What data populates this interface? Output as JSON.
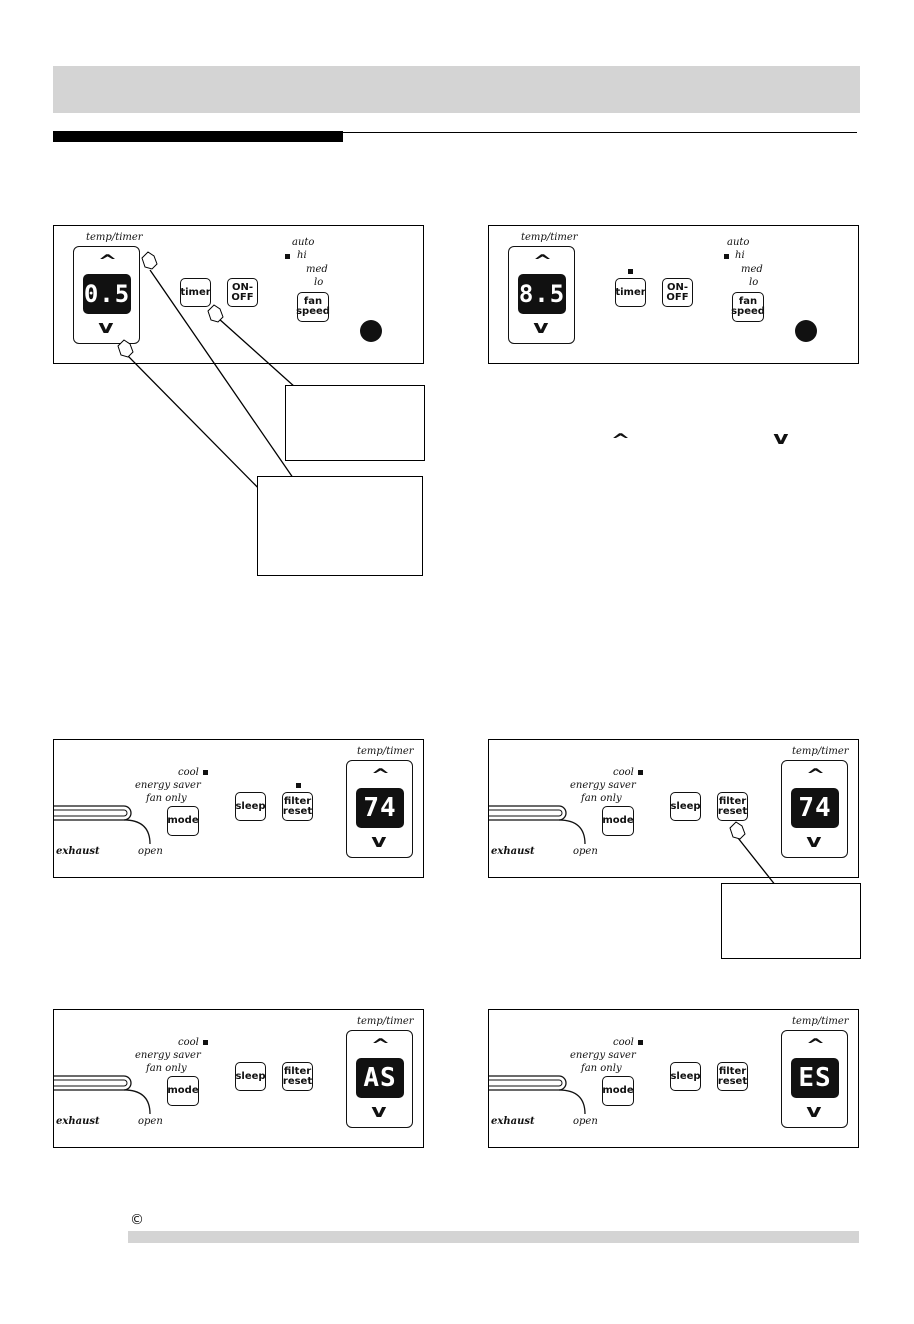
{
  "page": {
    "copyright_symbol": "©"
  },
  "arrows": {
    "up": "^",
    "down": "v"
  },
  "labels": {
    "temp_timer": "temp/timer",
    "auto": "auto",
    "hi": "hi",
    "med": "med",
    "lo": "lo",
    "cool": "cool",
    "energy_saver": "energy saver",
    "fan_only": "fan only",
    "exhaust": "exhaust",
    "open": "open"
  },
  "buttons": {
    "timer": "timer",
    "on_off_1": "ON-",
    "on_off_2": "OFF",
    "fan_1": "fan",
    "fan_2": "speed",
    "mode": "mode",
    "sleep": "sleep",
    "filter_1": "filter",
    "filter_2": "reset"
  },
  "displays": {
    "panel1": "0.5",
    "panel2": "8.5",
    "panel3": "74",
    "panel4": "74",
    "panel5": "AS",
    "panel6": "ES"
  },
  "colors": {
    "header_bar": "#d4d4d4",
    "lcd": "#111111"
  }
}
